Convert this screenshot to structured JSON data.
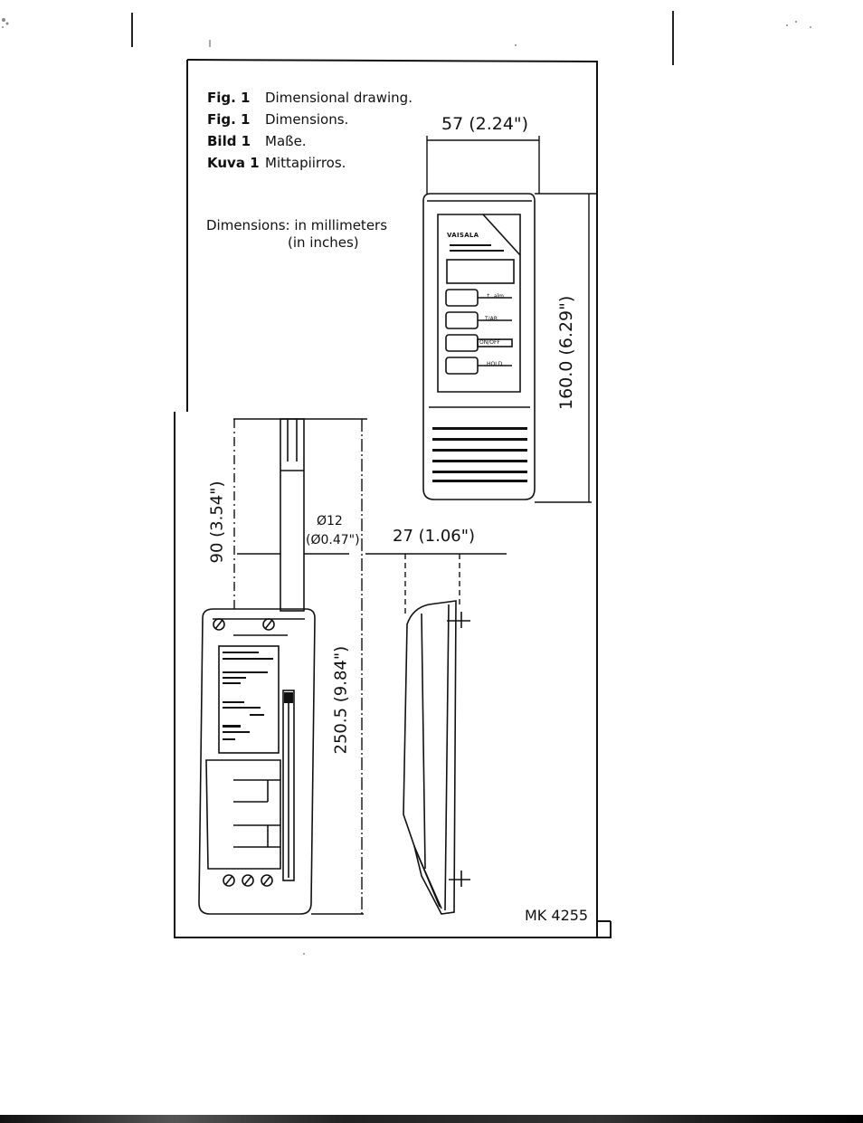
{
  "caption": {
    "rows": [
      {
        "key": "Fig. 1",
        "text": "Dimensional drawing."
      },
      {
        "key": "Fig. 1",
        "text": "Dimensions."
      },
      {
        "key": "Bild 1",
        "text": "Maße."
      },
      {
        "key": "Kuva 1",
        "text": "Mittapiirros."
      }
    ]
  },
  "units_note": {
    "line1": "Dimensions: in millimeters",
    "line2": "(in inches)"
  },
  "dimensions": {
    "width": "57 (2.24\")",
    "height": "160.0 (6.29\")",
    "probe_length": "90 (3.54\")",
    "probe_diameter_mm": "Ø12",
    "probe_diameter_in": "(Ø0.47\")",
    "depth": "27 (1.06\")",
    "total_length": "250.5 (9.84\")"
  },
  "device": {
    "brand": "VAISALA",
    "buttons": [
      "↑ .alm",
      "T/AB",
      "ON/OFF",
      "HOLD"
    ]
  },
  "drawing_code": "MK 4255",
  "colors": {
    "ink": "#111111",
    "paper": "#ffffff"
  }
}
